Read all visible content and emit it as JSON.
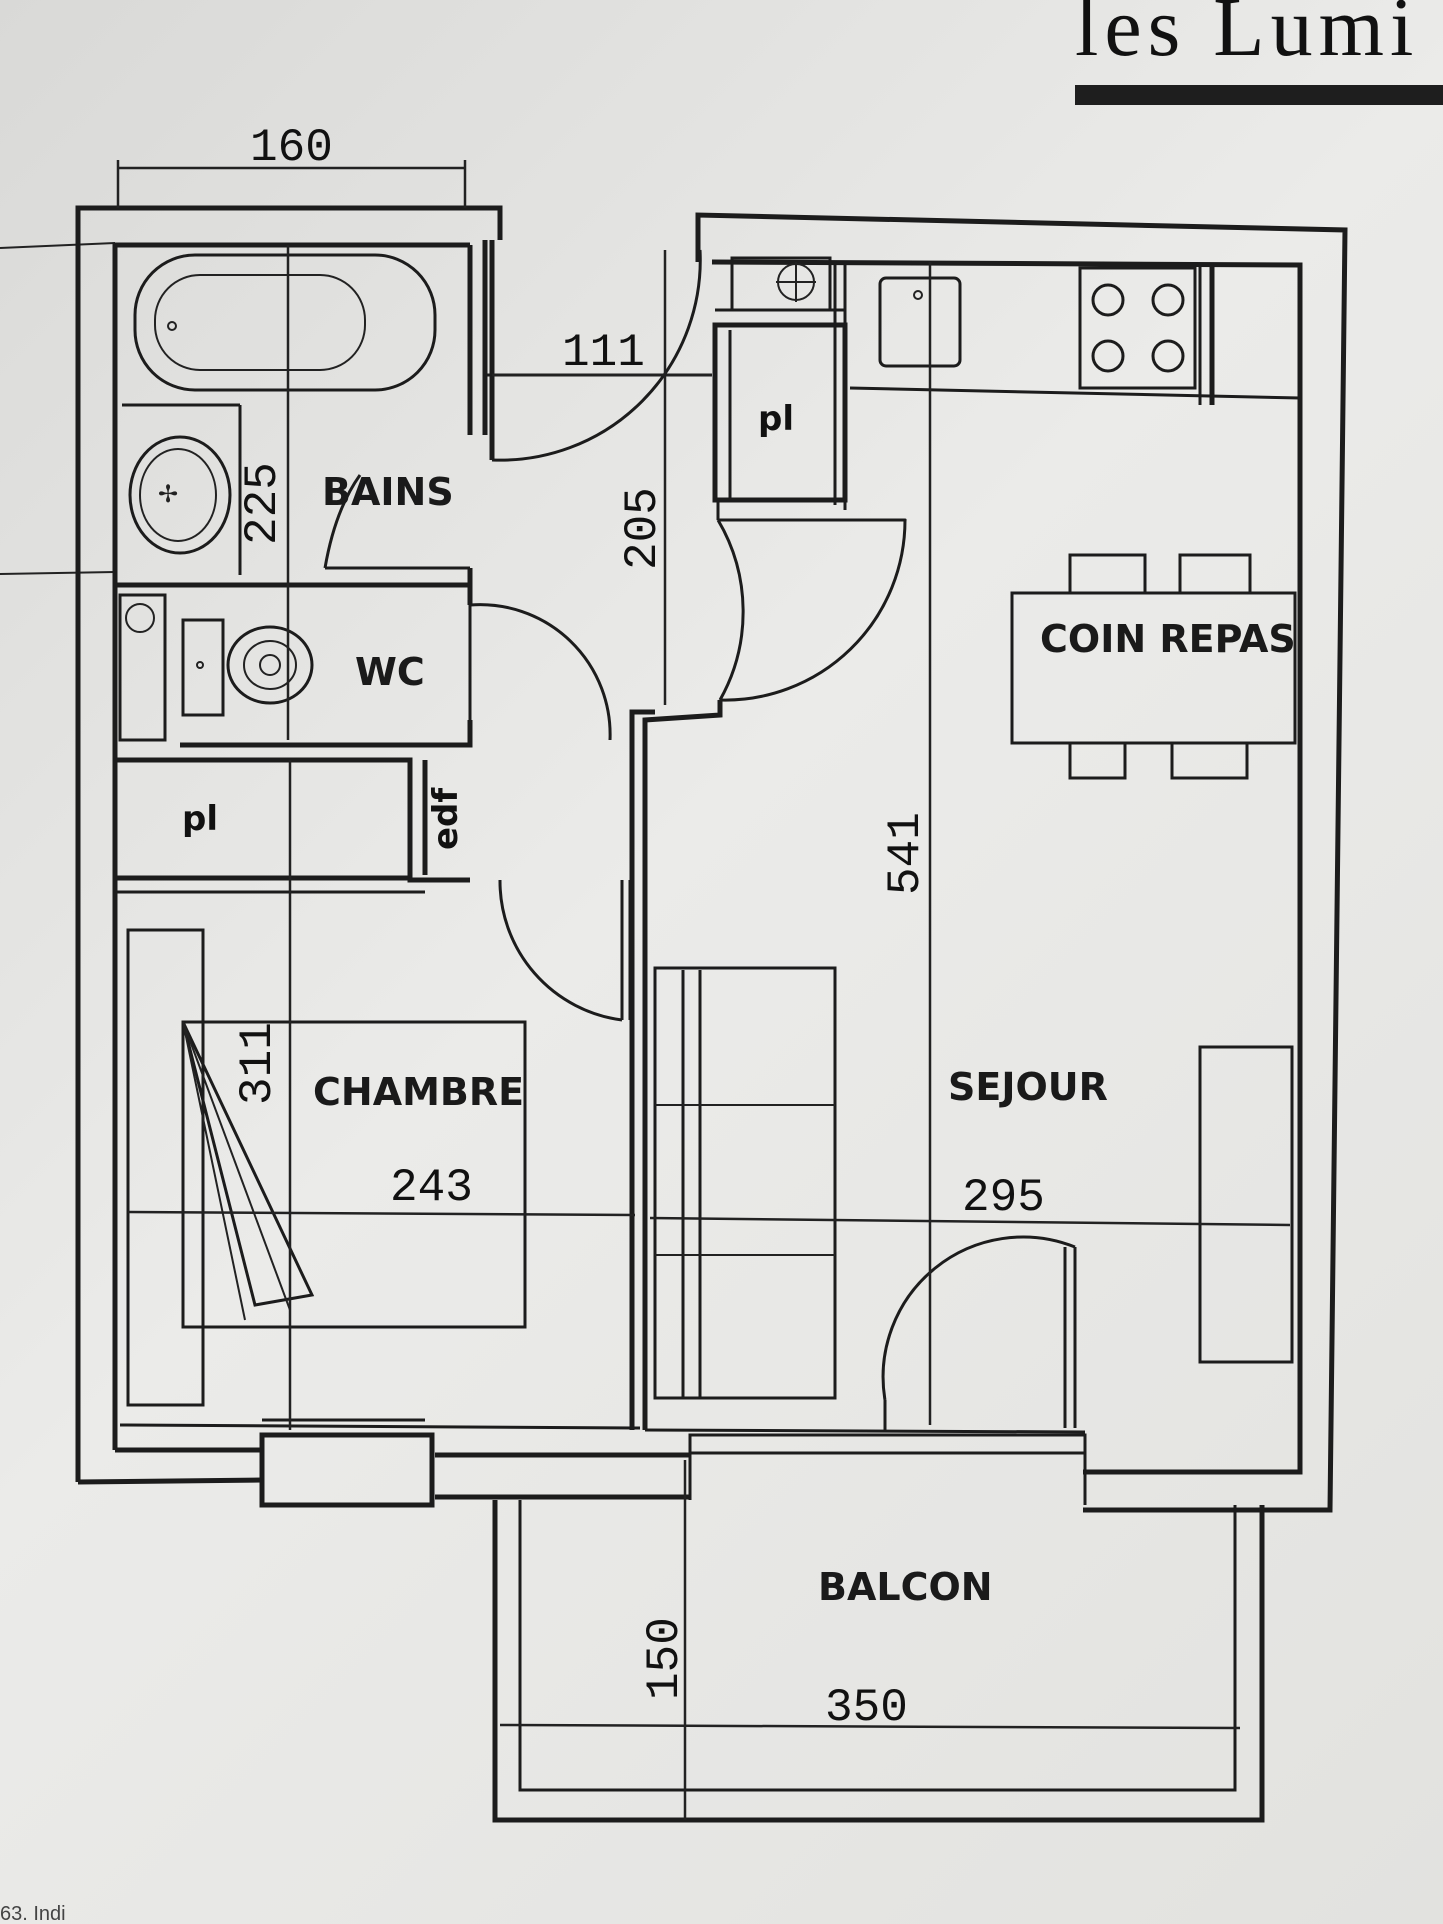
{
  "header": {
    "title": "les Lumi"
  },
  "rooms": {
    "bains": "BAINS",
    "wc": "WC",
    "chambre": "CHAMBRE",
    "sejour": "SEJOUR",
    "coin_repas": "COIN REPAS",
    "balcon": "BALCON",
    "placard_kitchen": "pl",
    "placard_bedroom": "pl",
    "edf": "edf"
  },
  "dimensions": {
    "bath_width": "160",
    "corridor_gap": "111",
    "bath_height": "225",
    "entry_height": "205",
    "sejour_length": "541",
    "chambre_length": "311",
    "chambre_width": "243",
    "sejour_width": "295",
    "balcon_depth": "150",
    "balcon_width": "350"
  },
  "footer": {
    "text": "63. Indi"
  },
  "colors": {
    "ink": "#1c1c1c",
    "paper": "#e6e6e3"
  }
}
